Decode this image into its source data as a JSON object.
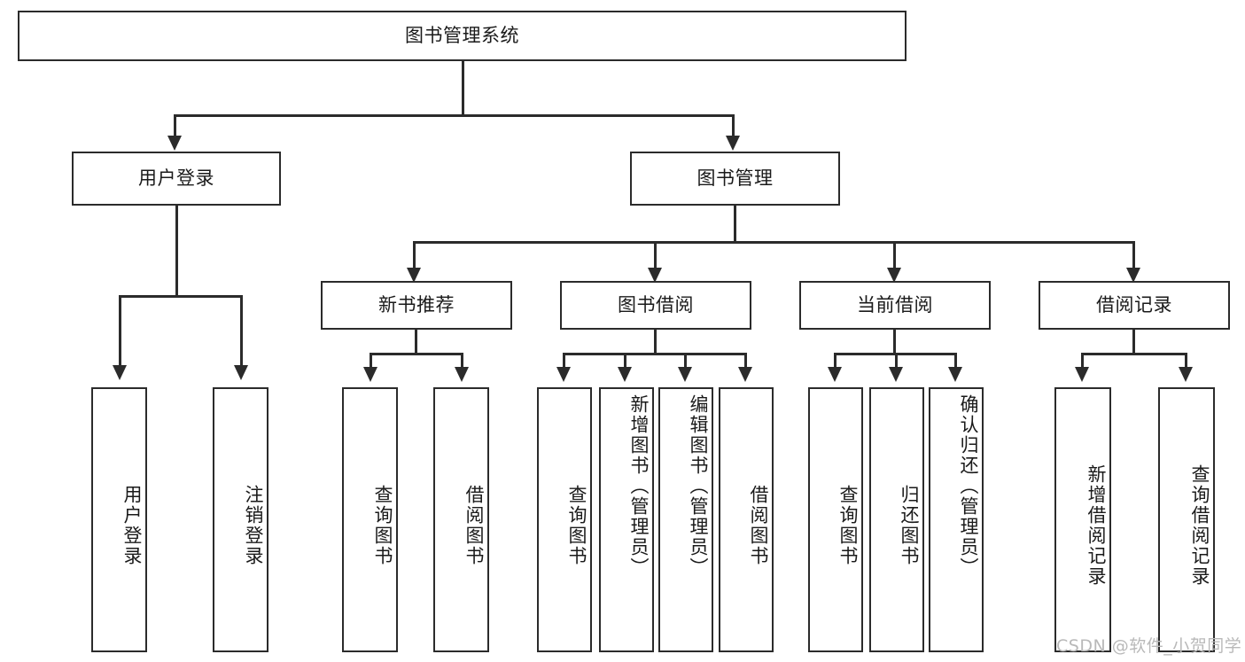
{
  "diagram": {
    "title_node": {
      "label": "图书管理系统"
    },
    "level2": [
      {
        "id": "user-login",
        "label": "用户登录"
      },
      {
        "id": "book-management",
        "label": "图书管理"
      }
    ],
    "level3": [
      {
        "id": "new-book-recommend",
        "label": "新书推荐"
      },
      {
        "id": "book-borrow",
        "label": "图书借阅"
      },
      {
        "id": "current-borrow",
        "label": "当前借阅"
      },
      {
        "id": "borrow-record",
        "label": "借阅记录"
      }
    ],
    "leaves": [
      {
        "id": "leaf-user-login",
        "label": "用户登录"
      },
      {
        "id": "leaf-logout-login",
        "label": "注销登录"
      },
      {
        "id": "leaf-query-book-1",
        "label": "查询图书"
      },
      {
        "id": "leaf-borrow-book-1",
        "label": "借阅图书"
      },
      {
        "id": "leaf-query-book-2",
        "label": "查询图书"
      },
      {
        "id": "leaf-add-book-admin",
        "label": "新增图书（管理员）"
      },
      {
        "id": "leaf-edit-book-admin",
        "label": "编辑图书（管理员）"
      },
      {
        "id": "leaf-borrow-book-2",
        "label": "借阅图书"
      },
      {
        "id": "leaf-query-book-3",
        "label": "查询图书"
      },
      {
        "id": "leaf-return-book",
        "label": "归还图书"
      },
      {
        "id": "leaf-confirm-return-admin",
        "label": "确认归还（管理员）"
      },
      {
        "id": "leaf-add-borrow-record",
        "label": "新增借阅记录"
      },
      {
        "id": "leaf-query-borrow-record",
        "label": "查询借阅记录"
      }
    ]
  },
  "watermark": {
    "text": "CSDN @软件_小贺同学"
  },
  "colors": {
    "stroke": "#2b2b2b",
    "text": "#1a1a1a",
    "background": "#ffffff",
    "watermark": "#b9b9b9"
  }
}
